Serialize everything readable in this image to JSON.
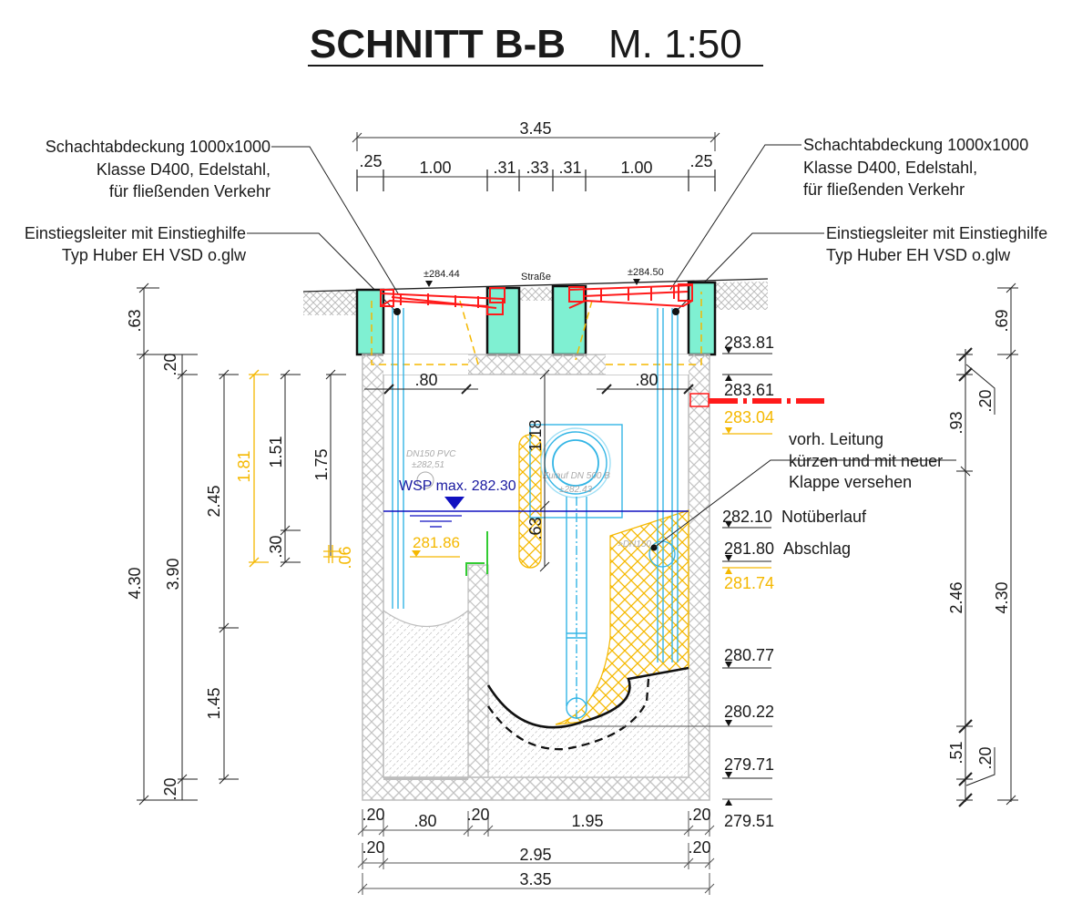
{
  "title": {
    "main": "SCHNITT B-B",
    "scale": "M.  1:50"
  },
  "callouts": {
    "cover_left": [
      "Schachtabdeckung 1000x1000",
      "Klasse D400, Edelstahl,",
      "für fließenden Verkehr"
    ],
    "cover_right": [
      "Schachtabdeckung 1000x1000",
      "Klasse D400, Edelstahl,",
      "für fließenden Verkehr"
    ],
    "ladder_left": [
      "Einstiegsleiter mit Einstieghilfe",
      "Typ Huber EH VSD o.glw"
    ],
    "ladder_right": [
      "Einstiegsleiter mit Einstieghilfe",
      "Typ Huber EH VSD o.glw"
    ],
    "pipe_note": [
      "vorh.  Leitung",
      "kürzen und mit neuer",
      "Klappe versehen"
    ],
    "street": "Straße",
    "cover_level_left": "±284.44",
    "cover_level_right": "±284.50",
    "inlet_pvc": "DN150 PVC",
    "inlet_pvc_level": "±282,51",
    "inlet_main": "Zulauf DN 500 B",
    "inlet_main_level": "±282.43",
    "outlet_small": ">DN150",
    "wsp": "WSP max. 282.30",
    "level_281_86": "281.86"
  },
  "top_dimensions": {
    "overall": "3.45",
    "segments": [
      ".25",
      "1.00",
      ".31",
      ".33",
      ".31",
      "1.00",
      ".25"
    ]
  },
  "inner_dimensions": {
    "left_opening": ".80",
    "right_opening": ".80",
    "vertical_1_18": "1.18",
    "vertical_63": ".63"
  },
  "bottom_dimensions": {
    "row1": [
      ".20",
      ".80",
      ".20",
      "1.95",
      ".20"
    ],
    "row2": [
      ".20",
      "2.95",
      ".20"
    ],
    "overall": "3.35"
  },
  "left_dimensions": {
    "d_63": ".63",
    "d_20_top": ".20",
    "d_4_30": "4.30",
    "d_3_90": "3.90",
    "d_20_bottom": ".20",
    "d_2_45": "2.45",
    "d_1_45": "1.45",
    "d_1_81": "1.81",
    "d_1_51": "1.51",
    "d_30": ".30",
    "d_1_75": "1.75",
    "d_06": ".06"
  },
  "right_dimensions": {
    "d_69": ".69",
    "d_20_top": ".20",
    "d_93": ".93",
    "d_2_46": "2.46",
    "d_51": ".51",
    "d_20_bottom": ".20",
    "d_4_30": "4.30"
  },
  "elevations": [
    {
      "value": "283.81",
      "label": "",
      "color": "black"
    },
    {
      "value": "283.61",
      "label": "",
      "color": "black"
    },
    {
      "value": "283.04",
      "label": "",
      "color": "yellow"
    },
    {
      "value": "282.10",
      "label": "Notüberlauf",
      "color": "black"
    },
    {
      "value": "281.80",
      "label": "Abschlag",
      "color": "black"
    },
    {
      "value": "281.74",
      "label": "",
      "color": "yellow"
    },
    {
      "value": "280.77",
      "label": "",
      "color": "black"
    },
    {
      "value": "280.22",
      "label": "",
      "color": "black"
    },
    {
      "value": "279.71",
      "label": "",
      "color": "black"
    },
    {
      "value": "279.51",
      "label": "",
      "color": "black"
    }
  ],
  "colors": {
    "concrete_green": "#7ff0d2",
    "cover_red": "#ff1a1a",
    "ladder_blue": "#33b5e5",
    "water_blue": "#1010c0",
    "fill_yellow": "#f5b800",
    "hatch_grey": "#bbbbbb",
    "flap_green": "#33cc33"
  }
}
